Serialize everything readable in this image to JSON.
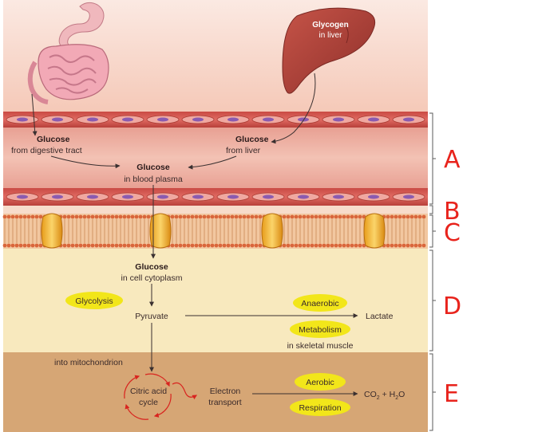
{
  "organs": {
    "liver_title": "Glycogen",
    "liver_sub": "in liver"
  },
  "blood": {
    "glucose_digestive_title": "Glucose",
    "glucose_digestive_sub": "from digestive tract",
    "glucose_liver_title": "Glucose",
    "glucose_liver_sub": "from liver",
    "glucose_plasma_title": "Glucose",
    "glucose_plasma_sub": "in blood plasma"
  },
  "cytoplasm": {
    "glucose_title": "Glucose",
    "glucose_sub": "in cell cytoplasm",
    "glycolysis": "Glycolysis",
    "pyruvate": "Pyruvate",
    "anaerobic": "Anaerobic",
    "lactate": "Lactate",
    "metabolism": "Metabolism",
    "skeletal": "in skeletal muscle"
  },
  "mito": {
    "into": "into mitochondrion",
    "citric1": "Citric acid",
    "citric2": "cycle",
    "electron1": "Electron",
    "electron2": "transport",
    "aerobic": "Aerobic",
    "respiration": "Respiration",
    "co2": "CO",
    "co2_sub": "2",
    "plus_h": " + H",
    "h2o_sub": "2",
    "o": "O"
  },
  "annotations": {
    "A": "A",
    "B": "B",
    "C": "C",
    "D": "D",
    "E": "E"
  },
  "colors": {
    "highlight": "#f2e61a",
    "arrow": "#3a3030",
    "annotation": "#e8231c",
    "cytoplasm_bg": "#f8e9be",
    "mito_bg": "#d6a675",
    "vessel": "#d05a52"
  }
}
